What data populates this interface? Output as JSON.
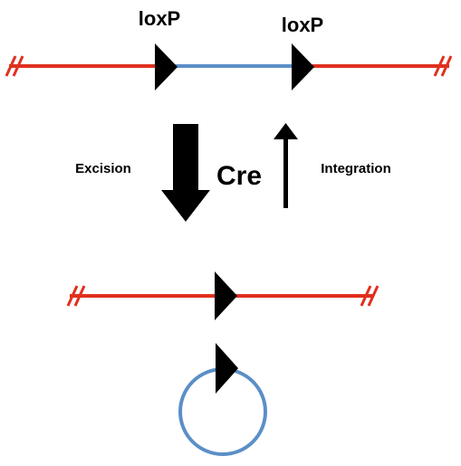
{
  "labels": {
    "loxp_left": "loxP",
    "loxp_right": "loxP",
    "excision": "Excision",
    "cre": "Cre",
    "integration": "Integration"
  },
  "colors": {
    "flanking_dna": "#e0301e",
    "floxed_segment": "#5b8fc7",
    "loxp_site": "#000000",
    "arrow": "#000000",
    "text": "#000000",
    "background": "#ffffff"
  }
}
